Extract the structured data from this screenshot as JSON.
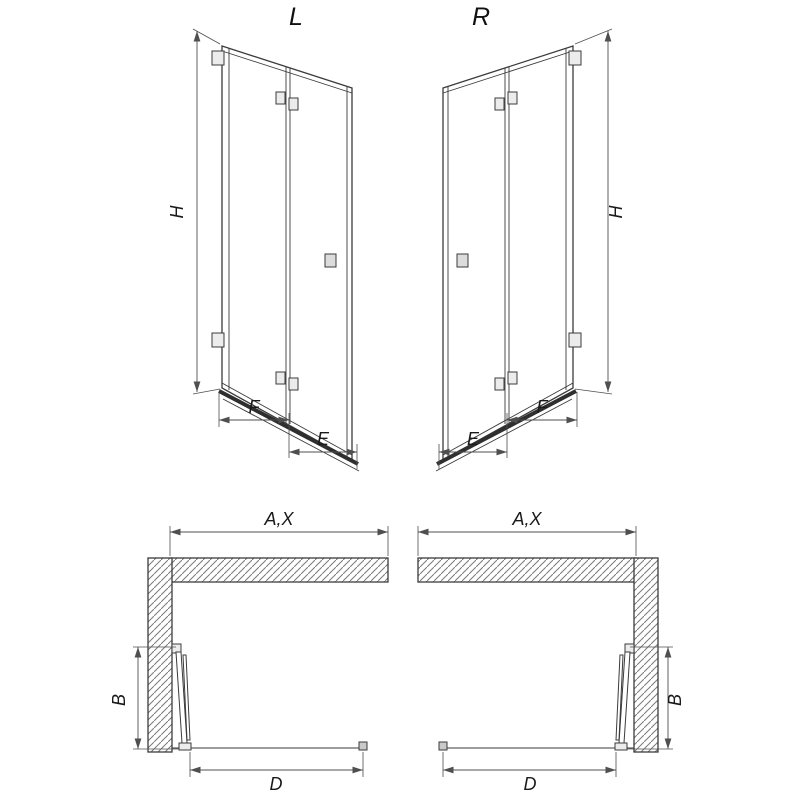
{
  "diagram": {
    "type": "technical-drawing",
    "subject": "bi-fold shower door, left (L) and right (R) versions, elevation and plan views with dimension letters",
    "colors": {
      "background": "#ffffff",
      "line": "#3b3b3b",
      "dimension": "#4f4f4f",
      "hatch": "#7a7a7a",
      "hinge_fill": "#ececec"
    },
    "views": {
      "elevation_left": {
        "variant_label": "L",
        "labels": {
          "height": "H",
          "inner_panel": "F",
          "outer_panel": "E"
        }
      },
      "elevation_right": {
        "variant_label": "R",
        "labels": {
          "height": "H",
          "inner_panel": "F",
          "outer_panel": "E"
        }
      },
      "plan_left": {
        "labels": {
          "width": "A,X",
          "fold_depth": "B",
          "entry": "D"
        }
      },
      "plan_right": {
        "labels": {
          "width": "A,X",
          "fold_depth": "B",
          "entry": "D"
        }
      }
    }
  }
}
